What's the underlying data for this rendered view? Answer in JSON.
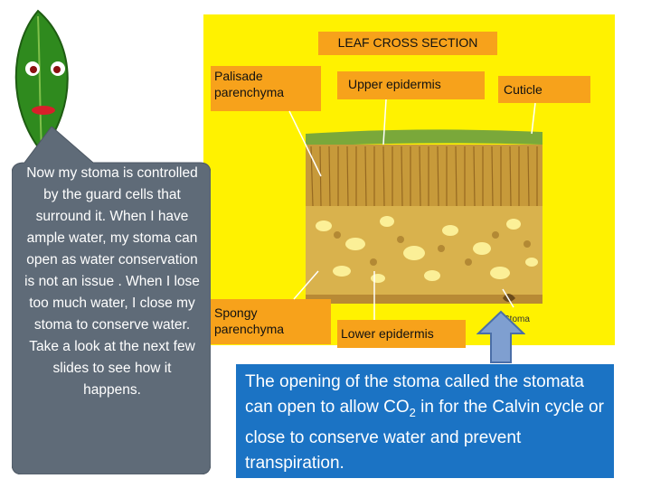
{
  "diagram": {
    "title": "LEAF CROSS SECTION",
    "labels": {
      "palisade": "Palisade parenchyma",
      "upper_epidermis": "Upper epidermis",
      "cuticle": "Cuticle",
      "spongy": "Spongy parenchyma",
      "lower_epidermis": "Lower epidermis",
      "stoma": "Stoma"
    }
  },
  "speech_bubble": {
    "text": "Now my stoma is controlled by the guard cells that surround it.  When I have ample water, my stoma  can open as water conservation is not an issue . When I lose too much water, I close my stoma to conserve water. Take a look at the next few slides to see how it happens."
  },
  "info_box": {
    "text_before_sub": "The opening of the stoma called the stomata can open to allow CO",
    "subscript": "2",
    "text_after_sub": " in for the Calvin cycle or close to conserve water and prevent transpiration."
  },
  "colors": {
    "panel": "#fff200",
    "label_bg": "#f7a21b",
    "bubble": "#5f6b78",
    "info_box": "#1b73c4",
    "arrow": "#7f9fd0",
    "leaf": "#2f8a1e"
  },
  "icons": [
    "leaf-character-icon",
    "up-arrow-icon"
  ]
}
